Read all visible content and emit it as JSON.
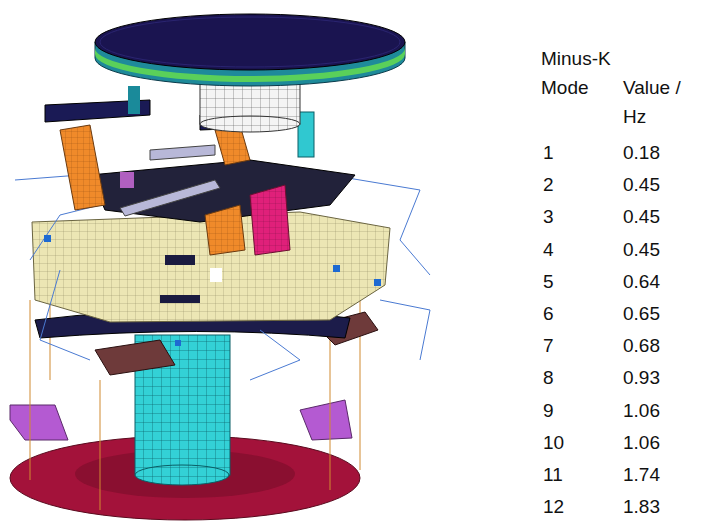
{
  "diagram": {
    "labels": [
      "Minus-K",
      "Mode",
      "Value / Hz",
      "1",
      "0.18",
      "2",
      "0.45",
      "3",
      "0.45",
      "4",
      "0.45",
      "5",
      "0.64",
      "6",
      "0.65",
      "7",
      "0.68",
      "8",
      "0.93",
      "9",
      "1.06",
      "10",
      "1.06",
      "11",
      "1.74",
      "12",
      "1.83"
    ]
  }
}
